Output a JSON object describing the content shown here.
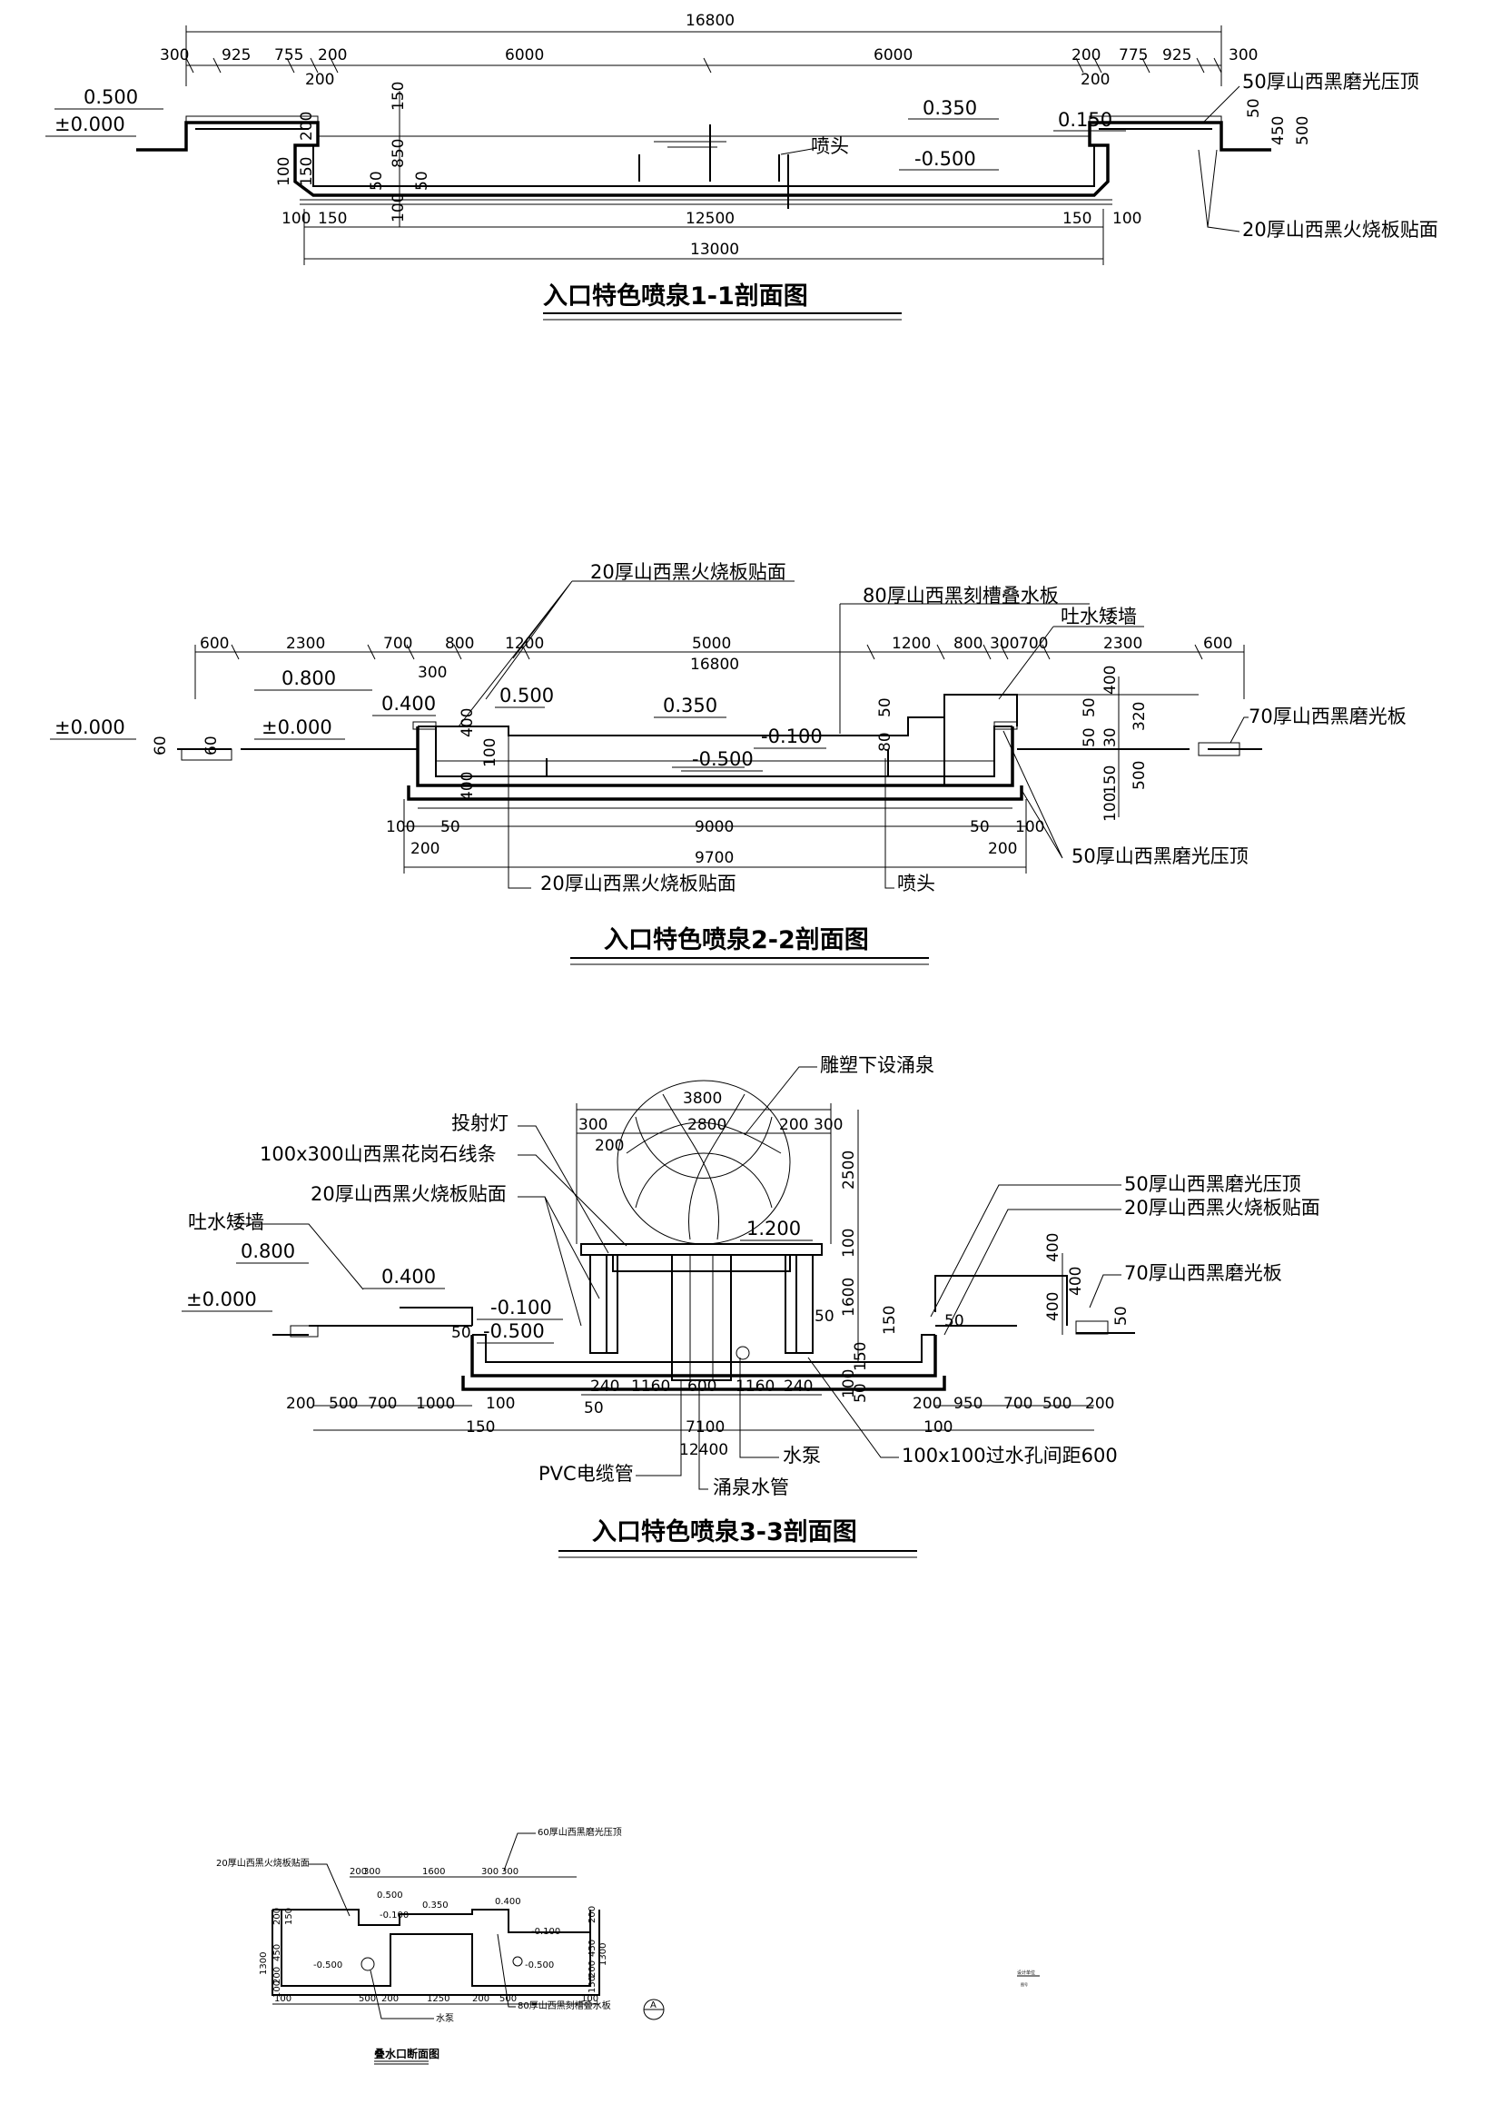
{
  "s1": {
    "title": "入口特色喷泉1-1剖面图",
    "total_top": "16800",
    "top_dims": [
      "300",
      "925",
      "755",
      "200",
      "6000",
      "6000",
      "200",
      "775",
      "925",
      "300"
    ],
    "sub_200_left": "200",
    "sub_200_right": "200",
    "elev_0500": "0.500",
    "elev_0000": "±0.000",
    "elev_0350": "0.350",
    "elev_0150": "0.150",
    "elev_m0500": "-0.500",
    "v150": "150",
    "v200": "200",
    "v850": "850",
    "v100a": "100",
    "v150b": "150",
    "v50": "50",
    "v50b": "50",
    "v100b": "100",
    "v450": "450",
    "v500": "500",
    "v50r": "50",
    "bot_dims": [
      "100",
      "150",
      "12500",
      "150",
      "100"
    ],
    "total_bottom": "13000",
    "label_nozzle": "喷头",
    "label_cap": "50厚山西黑磨光压顶",
    "label_face": "20厚山西黑火烧板贴面"
  },
  "s2": {
    "title": "入口特色喷泉2-2剖面图",
    "total_top": "16800",
    "top_dims": [
      "600",
      "2300",
      "700",
      "800",
      "1200",
      "5000",
      "1200",
      "800",
      "300",
      "700",
      "2300",
      "600"
    ],
    "v300": "300",
    "elev_0800": "0.800",
    "elev_0400": "0.400",
    "elev_0000a": "±0.000",
    "elev_0000b": "±0.000",
    "elev_0500": "0.500",
    "elev_0350": "0.350",
    "elev_m0100": "-0.100",
    "elev_m0500": "-0.500",
    "v60": "60",
    "v400a": "400",
    "v100a": "100",
    "v400b": "400",
    "v50a": "50",
    "v80": "80",
    "r_dims": [
      "400",
      "50",
      "320",
      "50",
      "30",
      "500",
      "150",
      "100"
    ],
    "bot_dims_a": [
      "100",
      "50",
      "9000",
      "50",
      "100"
    ],
    "bot_dims_b": [
      "200",
      "200"
    ],
    "total_bottom": "9700",
    "label_face_top": "20厚山西黑火烧板贴面",
    "label_weir": "80厚山西黑刻槽叠水板",
    "label_wall": "吐水矮墙",
    "label_polish": "70厚山西黑磨光板",
    "label_cap": "50厚山西黑磨光压顶",
    "label_face_bottom": "20厚山西黑火烧板贴面",
    "label_nozzle": "喷头"
  },
  "s3": {
    "title": "入口特色喷泉3-3剖面图",
    "top_3800": "3800",
    "top_dims": [
      "300",
      "2800",
      "200",
      "300"
    ],
    "sub_200": "200",
    "v2500": "2500",
    "v100": "100",
    "v1600": "1600",
    "v50": "50",
    "v150": "150",
    "elev_1200": "1.200",
    "elev_0800": "0.800",
    "elev_0400": "0.400",
    "elev_0000": "±0.000",
    "elev_m0100": "-0.100",
    "elev_m0500": "-0.500",
    "v50b": "50",
    "v100c": "100",
    "v150c": "150",
    "v50c": "50",
    "r_dims": [
      "400",
      "400",
      "400",
      "50"
    ],
    "v_r50": "50",
    "inner_dims": [
      "240",
      "1160",
      "600",
      "1160",
      "240"
    ],
    "v50d": "50",
    "left_dims": [
      "200",
      "500",
      "700",
      "1000",
      "100"
    ],
    "right_dims": [
      "200",
      "950",
      "700",
      "500",
      "200"
    ],
    "v150d": "150",
    "v100d": "100",
    "total_7100": "7100",
    "total_12400": "12400",
    "label_sculpture": "雕塑下设涌泉",
    "label_light": "投射灯",
    "label_granite": "100x300山西黑花岗石线条",
    "label_face": "20厚山西黑火烧板贴面",
    "label_wall": "吐水矮墙",
    "label_cap": "50厚山西黑磨光压顶",
    "label_face_r": "20厚山西黑火烧板贴面",
    "label_polish": "70厚山西黑磨光板",
    "label_pvc": "PVC电缆管",
    "label_pump": "水泵",
    "label_pipe": "涌泉水管",
    "label_hole": "100x100过水孔间距600"
  },
  "s4": {
    "title": "叠水口断面图",
    "label_face": "20厚山西黑火烧板贴面",
    "label_cap": "60厚山西黑磨光压顶",
    "label_weir": "80厚山西黑刻槽叠水板",
    "label_pump": "水泵",
    "top_dims": [
      "200",
      "300",
      "1600",
      "300",
      "300"
    ],
    "elev_0500": "0.500",
    "elev_0350": "0.350",
    "elev_0400": "0.400",
    "elev_m0100a": "-0.100",
    "elev_m0100b": "-0.100",
    "elev_m0500a": "-0.500",
    "elev_m0500b": "-0.500",
    "left_v": [
      "1300",
      "200",
      "150",
      "450",
      "200",
      "100"
    ],
    "right_v": [
      "200",
      "450",
      "200",
      "150",
      "1300"
    ],
    "bot_dims": [
      "100",
      "500",
      "200",
      "1250",
      "200",
      "500",
      "100"
    ],
    "axis_mark": "A"
  },
  "stamp": {
    "line1": "设计单位",
    "line2": "图号"
  }
}
